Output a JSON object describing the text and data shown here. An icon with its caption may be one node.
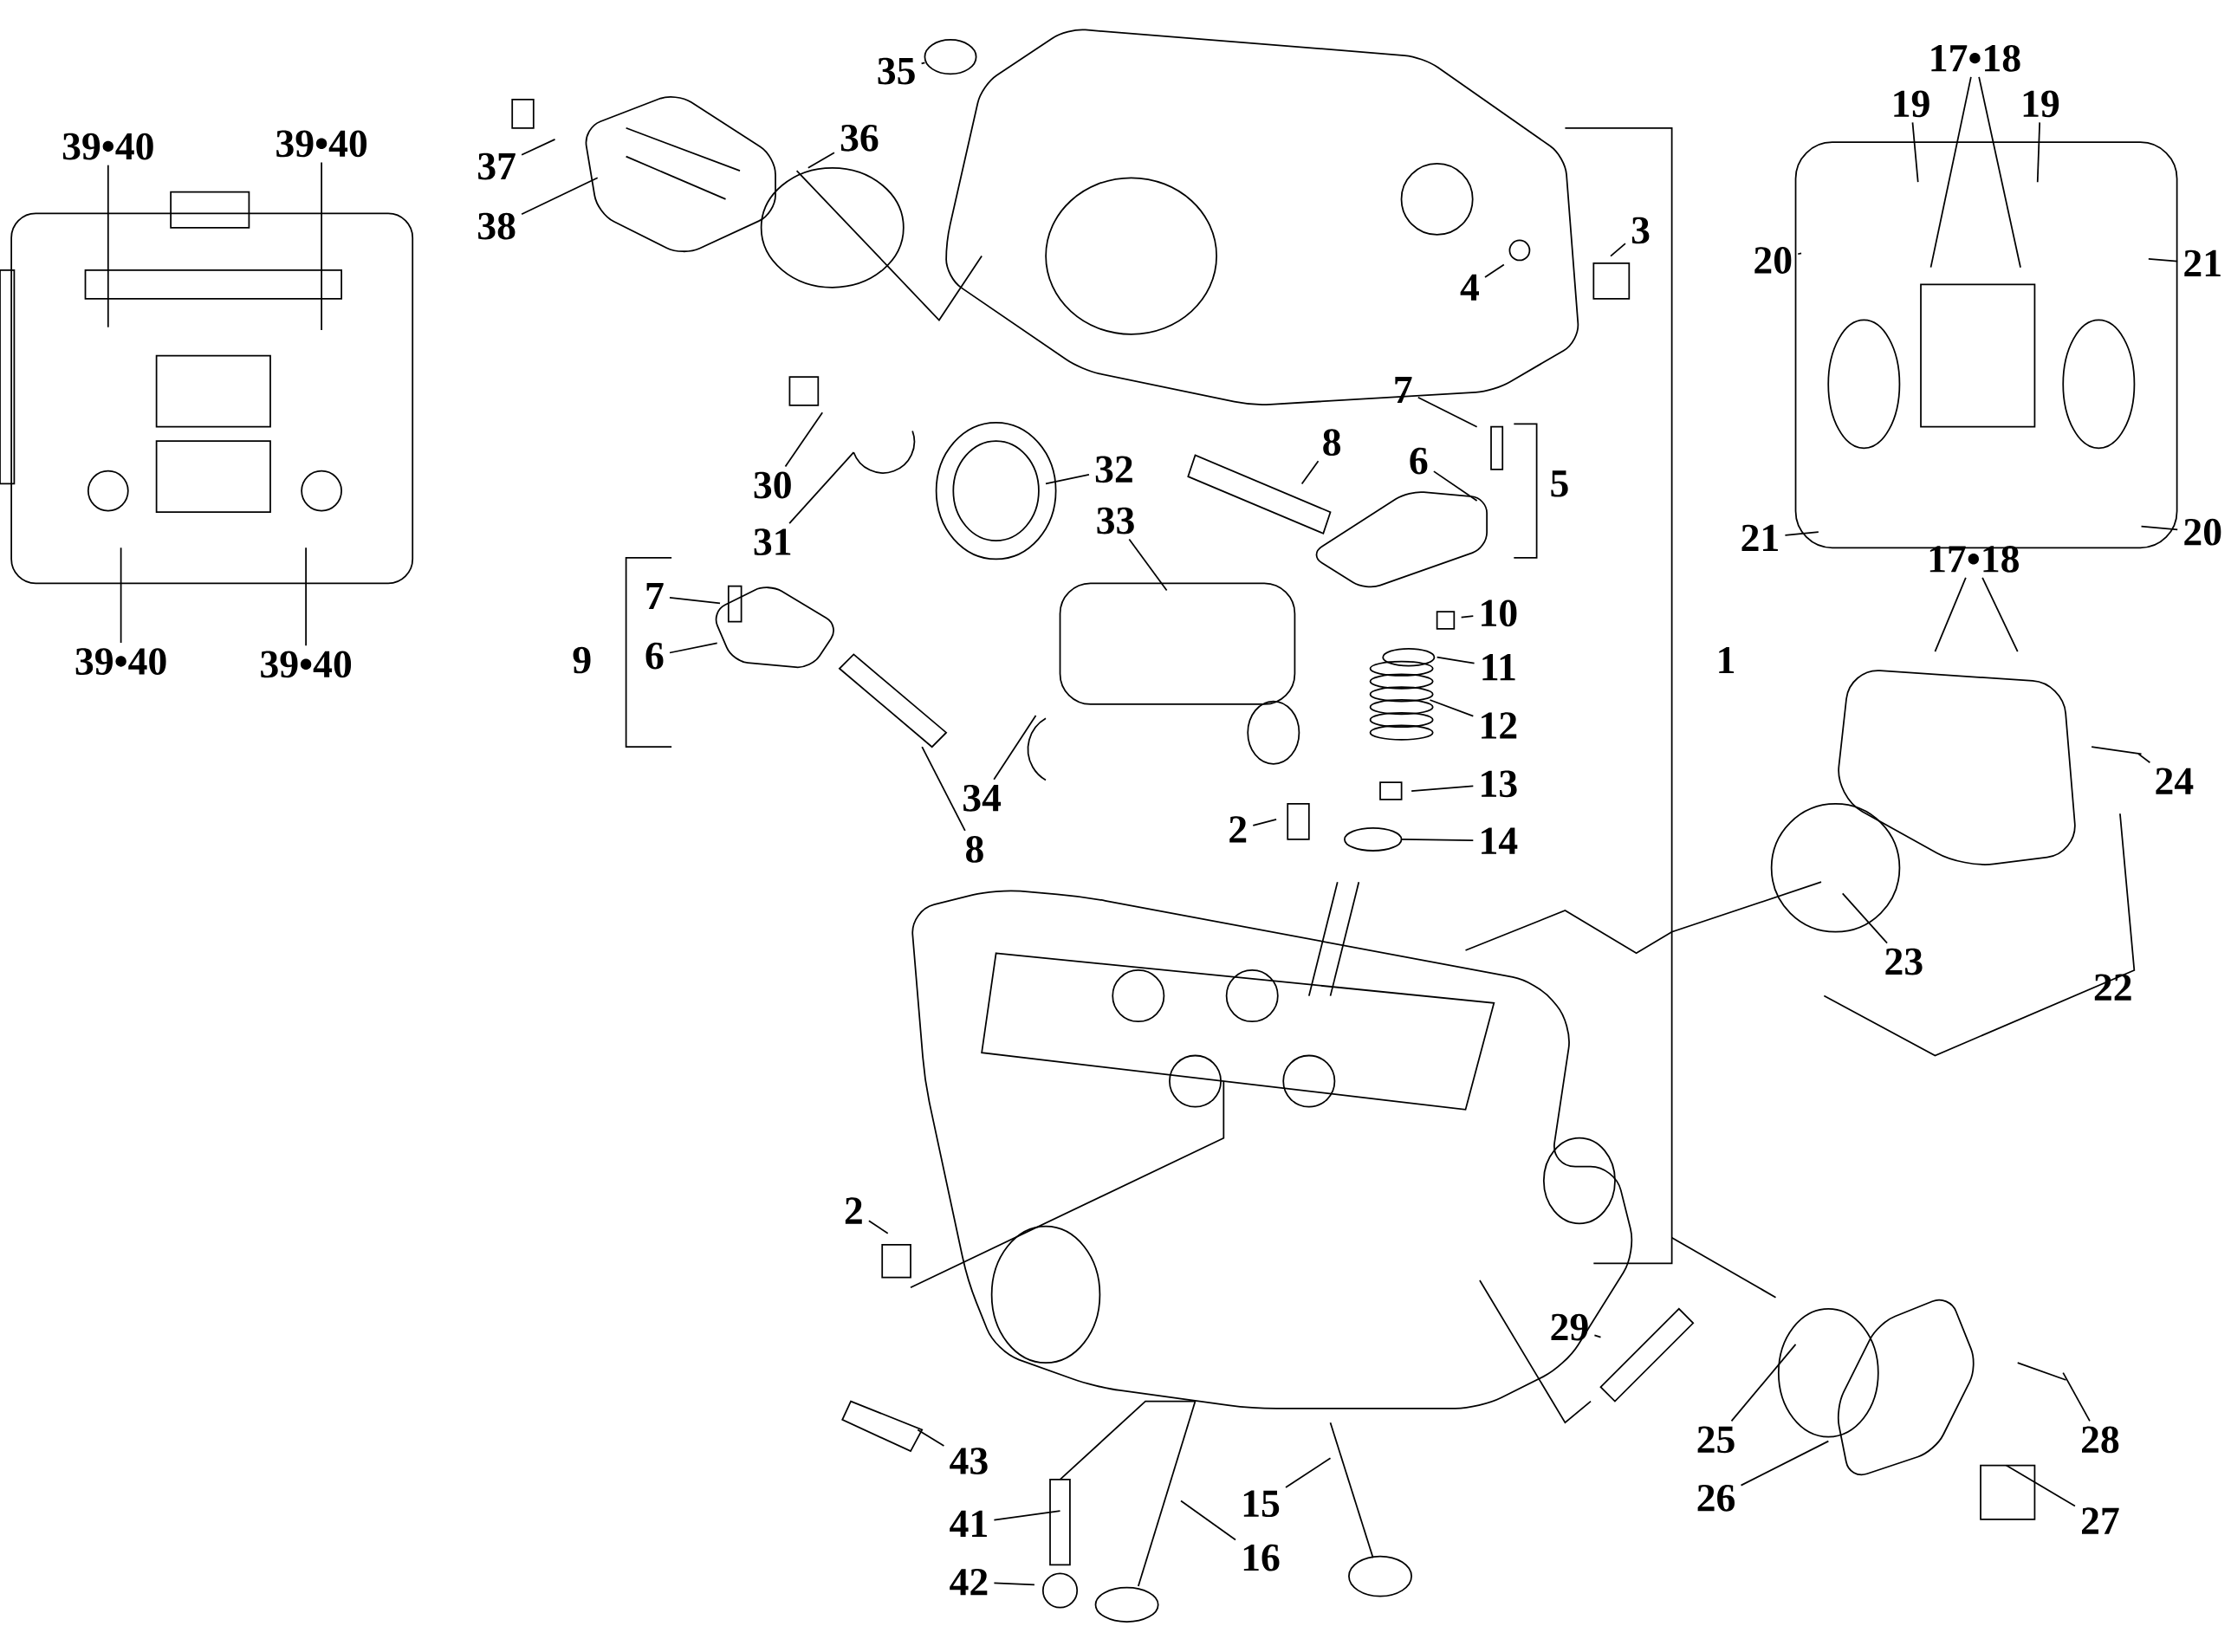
{
  "diagram": {
    "nodes": [
      {
        "text": [
          "17•18"
        ]
      },
      {
        "text": [
          "35"
        ]
      },
      {
        "text": [
          "19"
        ]
      },
      {
        "text": [
          "19"
        ]
      },
      {
        "text": [
          "36"
        ]
      },
      {
        "text": [
          "39•40"
        ]
      },
      {
        "text": [
          "39•40"
        ]
      },
      {
        "text": [
          "37"
        ]
      },
      {
        "text": [
          "38"
        ]
      },
      {
        "text": [
          "3"
        ]
      },
      {
        "text": [
          "20"
        ]
      },
      {
        "text": [
          "21"
        ]
      },
      {
        "text": [
          "4"
        ]
      },
      {
        "text": [
          "7"
        ]
      },
      {
        "text": [
          "8"
        ]
      },
      {
        "text": [
          "6"
        ]
      },
      {
        "text": [
          "32"
        ]
      },
      {
        "text": [
          "30"
        ]
      },
      {
        "text": [
          "33"
        ]
      },
      {
        "text": [
          "20"
        ]
      },
      {
        "text": [
          "21"
        ]
      },
      {
        "text": [
          "31"
        ]
      },
      {
        "text": [
          "17•18"
        ]
      },
      {
        "text": [
          "7"
        ]
      },
      {
        "text": [
          "10"
        ]
      },
      {
        "text": [
          "6"
        ]
      },
      {
        "text": [
          "39•40"
        ]
      },
      {
        "text": [
          "39•40"
        ]
      },
      {
        "text": [
          "11"
        ]
      },
      {
        "text": [
          "12"
        ]
      },
      {
        "text": [
          "24"
        ]
      },
      {
        "text": [
          "13"
        ]
      },
      {
        "text": [
          "34"
        ]
      },
      {
        "text": [
          "2"
        ]
      },
      {
        "text": [
          "14"
        ]
      },
      {
        "text": [
          "8"
        ]
      },
      {
        "text": [
          "23"
        ]
      },
      {
        "text": [
          "2"
        ]
      },
      {
        "text": [
          "29"
        ]
      },
      {
        "text": [
          "25"
        ]
      },
      {
        "text": [
          "28"
        ]
      },
      {
        "text": [
          "43"
        ]
      },
      {
        "text": [
          "26"
        ]
      },
      {
        "text": [
          "15"
        ]
      },
      {
        "text": [
          "27"
        ]
      },
      {
        "text": [
          "41"
        ]
      },
      {
        "text": [
          "16"
        ]
      },
      {
        "text": [
          "42"
        ]
      }
    ],
    "edges": [
      {
        "from": 0,
        "to": null,
        "arrow": "none"
      },
      {
        "from": 0,
        "to": null,
        "arrow": "none"
      },
      {
        "from": 1,
        "to": null,
        "arrow": "none"
      },
      {
        "from": 2,
        "to": null,
        "arrow": "none"
      },
      {
        "from": 3,
        "to": null,
        "arrow": "none"
      },
      {
        "from": 4,
        "to": null,
        "arrow": "none"
      },
      {
        "from": 5,
        "to": null,
        "arrow": "none"
      },
      {
        "from": 6,
        "to": null,
        "arrow": "none"
      },
      {
        "from": 7,
        "to": null,
        "arrow": "none"
      },
      {
        "from": 8,
        "to": null,
        "arrow": "none"
      },
      {
        "from": 9,
        "to": null,
        "arrow": "none"
      },
      {
        "from": 10,
        "to": null,
        "arrow": "none"
      },
      {
        "from": 11,
        "to": null,
        "arrow": "none"
      },
      {
        "from": 12,
        "to": null,
        "arrow": "none"
      },
      {
        "from": 13,
        "to": null,
        "arrow": "none"
      },
      {
        "from": 14,
        "to": null,
        "arrow": "none"
      },
      {
        "from": 15,
        "to": null,
        "arrow": "none"
      },
      {
        "from": 16,
        "to": null,
        "arrow": "none"
      },
      {
        "from": 17,
        "to": null,
        "arrow": "none"
      },
      {
        "from": 18,
        "to": null,
        "arrow": "none"
      },
      {
        "from": 19,
        "to": null,
        "arrow": "none"
      },
      {
        "from": 20,
        "to": null,
        "arrow": "none"
      },
      {
        "from": 21,
        "to": null,
        "arrow": "none"
      },
      {
        "from": 22,
        "to": null,
        "arrow": "none"
      },
      {
        "from": 22,
        "to": null,
        "arrow": "none"
      },
      {
        "from": 23,
        "to": null,
        "arrow": "none"
      },
      {
        "from": 24,
        "to": null,
        "arrow": "none"
      },
      {
        "from": 25,
        "to": null,
        "arrow": "none"
      },
      {
        "from": 26,
        "to": null,
        "arrow": "none"
      },
      {
        "from": 27,
        "to": null,
        "arrow": "none"
      },
      {
        "from": 28,
        "to": null,
        "arrow": "none"
      },
      {
        "from": 29,
        "to": null,
        "arrow": "none"
      },
      {
        "from": 30,
        "to": null,
        "arrow": "none"
      },
      {
        "from": 31,
        "to": null,
        "arrow": "none"
      },
      {
        "from": 32,
        "to": null,
        "arrow": "none"
      },
      {
        "from": 33,
        "to": null,
        "arrow": "none"
      },
      {
        "from": 34,
        "to": null,
        "arrow": "none"
      },
      {
        "from": 35,
        "to": null,
        "arrow": "none"
      },
      {
        "from": 36,
        "to": null,
        "arrow": "none"
      },
      {
        "from": 37,
        "to": null,
        "arrow": "none"
      },
      {
        "from": 38,
        "to": null,
        "arrow": "none"
      },
      {
        "from": 39,
        "to": null,
        "arrow": "none"
      },
      {
        "from": 40,
        "to": null,
        "arrow": "none"
      },
      {
        "from": 41,
        "to": null,
        "arrow": "none"
      },
      {
        "from": 42,
        "to": null,
        "arrow": "none"
      },
      {
        "from": 43,
        "to": null,
        "arrow": "none"
      },
      {
        "from": 44,
        "to": null,
        "arrow": "none"
      },
      {
        "from": 45,
        "to": null,
        "arrow": "none"
      },
      {
        "from": 46,
        "to": null,
        "arrow": "none"
      },
      {
        "from": 47,
        "to": null,
        "arrow": "none"
      }
    ],
    "labels": [
      "5",
      "9",
      "1",
      "22"
    ]
  }
}
